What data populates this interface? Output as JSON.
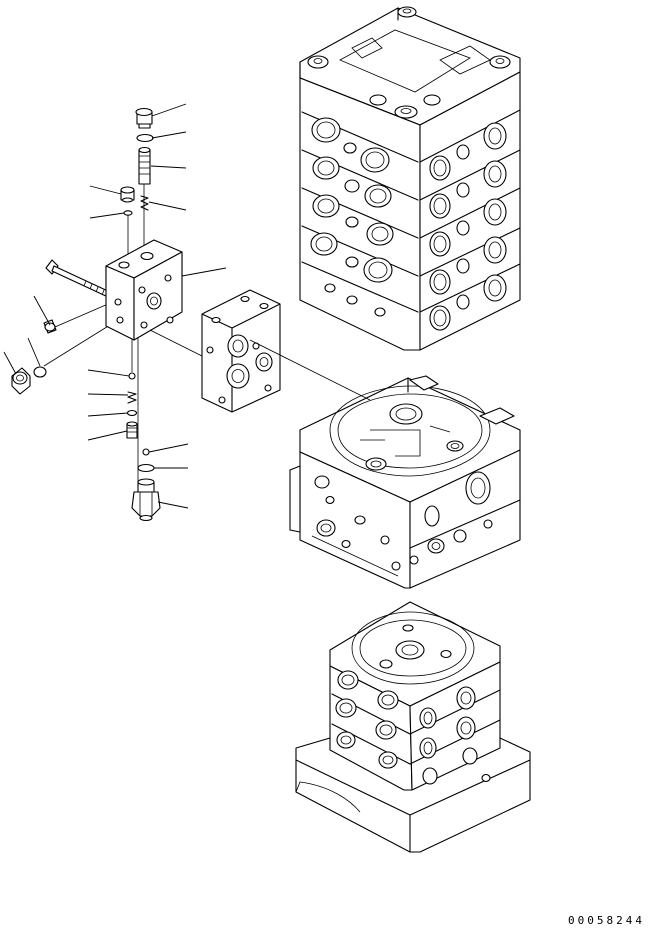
{
  "drawing": {
    "code": "00058244",
    "parts": [
      "upper-valve-stack",
      "center-valve-section",
      "lower-valve-stack",
      "pilot-block",
      "spacer-plate",
      "bolt",
      "screw",
      "plug",
      "seal",
      "spring",
      "ball",
      "relief-valve"
    ]
  }
}
